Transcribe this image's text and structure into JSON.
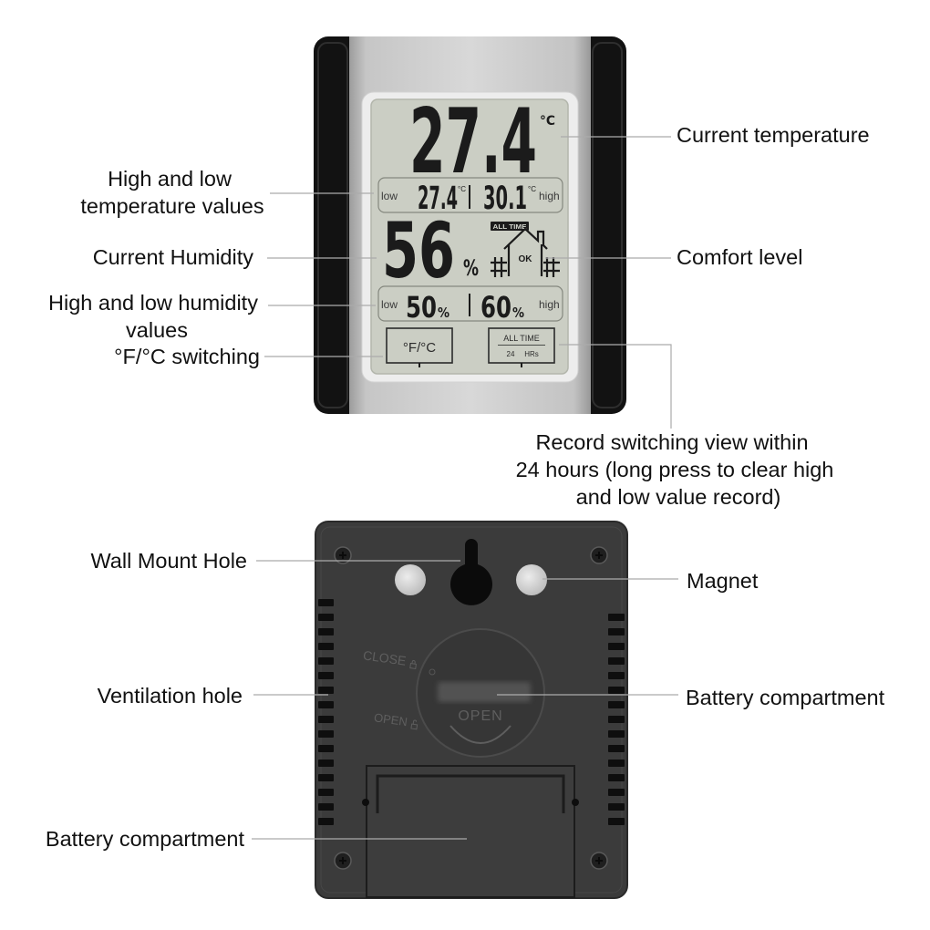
{
  "front_view": {
    "lcd": {
      "temperature": {
        "value": "27.4",
        "unit": "°C"
      },
      "temperature_record": {
        "low_label": "low",
        "low_value": "27.4",
        "low_unit": "°C",
        "high_value": "30.1",
        "high_unit": "°C",
        "high_label": "high"
      },
      "humidity": {
        "value": "56",
        "unit": "%"
      },
      "record_mode_badge": "ALL TIME",
      "comfort": {
        "text": "OK",
        "icon": "house-icon"
      },
      "humidity_record": {
        "low_label": "low",
        "low_value": "50",
        "low_unit": "%",
        "high_value": "60",
        "high_unit": "%",
        "high_label": "high"
      },
      "buttons": {
        "unit_switch": {
          "label": "°F/°C"
        },
        "record_switch": {
          "top": "ALL TIME",
          "bottom_left": "24",
          "bottom_right": "HRs"
        }
      }
    },
    "callouts": {
      "current_temperature": "Current temperature",
      "high_low_temperature": [
        "High and low",
        "temperature values"
      ],
      "current_humidity": "Current Humidity",
      "comfort_level": "Comfort level",
      "high_low_humidity": [
        "High and low humidity",
        "values"
      ],
      "unit_switching": "°F/°C switching",
      "record_switching": [
        "Record switching view within",
        "24 hours (long press to clear high",
        "and low value record)"
      ]
    }
  },
  "back_view": {
    "engravings": {
      "close": "CLOSE",
      "close_icon": "lock-closed-icon",
      "open": "OPEN",
      "open_icon": "lock-open-icon",
      "cover_open": "OPEN"
    },
    "callouts": {
      "wall_mount_hole": "Wall Mount Hole",
      "magnet": "Magnet",
      "ventilation_hole": "Ventilation hole",
      "battery_compartment_cover": "Battery compartment",
      "battery_compartment_stand": "Battery compartment"
    }
  },
  "colors": {
    "front_body": "#121212",
    "lcd_background": "#cbcec4",
    "lcd_segments": "#1b1b1b",
    "back_body": "#3b3b3b",
    "leader_line": "#ababab",
    "label_text": "#111111"
  }
}
